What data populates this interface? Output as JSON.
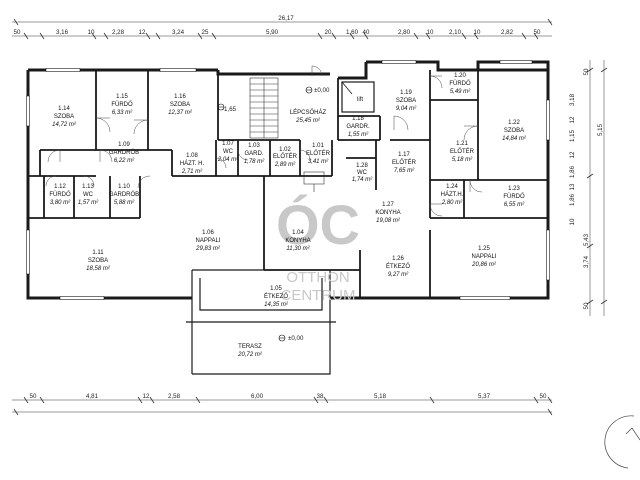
{
  "plan": {
    "overall_width": "26,17",
    "top_dims": [
      "50",
      "3,16",
      "10",
      "2,28",
      "12",
      "3,24",
      "25",
      "5,90",
      "20",
      "1,60",
      "40",
      "2,80",
      "10",
      "2,10",
      "10",
      "2,82",
      "50"
    ],
    "bottom_dims": [
      "50",
      "4,81",
      "12",
      "2,58",
      "6,00",
      "38",
      "5,18",
      "5,37",
      "50"
    ],
    "right_dims_outer": [
      "50",
      "5,15",
      "5,43",
      "3,74",
      "50"
    ],
    "right_dims_inner": [
      "3,18",
      "12",
      "1,15",
      "12",
      "1,86",
      "13",
      "1,86",
      "10"
    ],
    "level_marks": [
      "±0,00",
      "-1,65",
      "±0,00"
    ],
    "lift_label": "lift",
    "rooms": [
      {
        "num": "1.14",
        "name": "SZOBA",
        "area": "14,72 m²"
      },
      {
        "num": "1.15",
        "name": "FÜRDŐ",
        "area": "6,33 m²"
      },
      {
        "num": "1.16",
        "name": "SZOBA",
        "area": "12,37 m²"
      },
      {
        "num": "1.09",
        "name": "GARDRÓB",
        "area": "6,22 m²"
      },
      {
        "num": "1.08",
        "name": "HÁZT. H.",
        "area": "2,71 m²"
      },
      {
        "num": "1.07",
        "name": "WC",
        "area": "2,04 m²"
      },
      {
        "num": "1.03",
        "name": "GARD.",
        "area": "1,78 m²"
      },
      {
        "num": "1.02",
        "name": "ELŐTÉR",
        "area": "2,89 m²"
      },
      {
        "num": "1.01",
        "name": "ELŐTÉR",
        "area": "3,41 m²"
      },
      {
        "num": "",
        "name": "LÉPCSŐHÁZ",
        "area": "25,45 m²"
      },
      {
        "num": "1.18",
        "name": "GARDR.",
        "area": "1,55 m²"
      },
      {
        "num": "1.19",
        "name": "SZOBA",
        "area": "9,04 m²"
      },
      {
        "num": "1.20",
        "name": "FÜRDŐ",
        "area": "5,49 m²"
      },
      {
        "num": "1.22",
        "name": "SZOBA",
        "area": "14,84 m²"
      },
      {
        "num": "1.21",
        "name": "ELŐTÉR",
        "area": "5,18 m²"
      },
      {
        "num": "1.17",
        "name": "ELŐTÉR",
        "area": "7,65 m²"
      },
      {
        "num": "1.28",
        "name": "WC",
        "area": "1,74 m²"
      },
      {
        "num": "1.12",
        "name": "FÜRDŐ",
        "area": "3,80 m²"
      },
      {
        "num": "1.13",
        "name": "WC",
        "area": "1,57 m²"
      },
      {
        "num": "1.10",
        "name": "GARDRÓB",
        "area": "5,88 m²"
      },
      {
        "num": "1.24",
        "name": "HÁZT.H.",
        "area": "2,80 m²"
      },
      {
        "num": "1.23",
        "name": "FÜRDŐ",
        "area": "6,55 m²"
      },
      {
        "num": "1.27",
        "name": "KONYHA",
        "area": "19,08 m²"
      },
      {
        "num": "1.06",
        "name": "NAPPALI",
        "area": "29,83 m²"
      },
      {
        "num": "1.04",
        "name": "KONYHA",
        "area": "11,30 m²"
      },
      {
        "num": "1.11",
        "name": "SZOBA",
        "area": "18,58 m²"
      },
      {
        "num": "1.26",
        "name": "ÉTKEZŐ",
        "area": "9,27 m²"
      },
      {
        "num": "1.25",
        "name": "NAPPALI",
        "area": "20,86 m²"
      },
      {
        "num": "1.05",
        "name": "ÉTKEZŐ",
        "area": "14,35 m²"
      },
      {
        "num": "",
        "name": "TERASZ",
        "area": "20,72 m²"
      }
    ]
  },
  "watermark": {
    "logo": "ÓC",
    "line1": "OTTHON",
    "line2": "CENTRUM"
  },
  "colors": {
    "wall": "#1a1a1a",
    "thin": "#555555",
    "watermark": "#c8c8c8"
  }
}
